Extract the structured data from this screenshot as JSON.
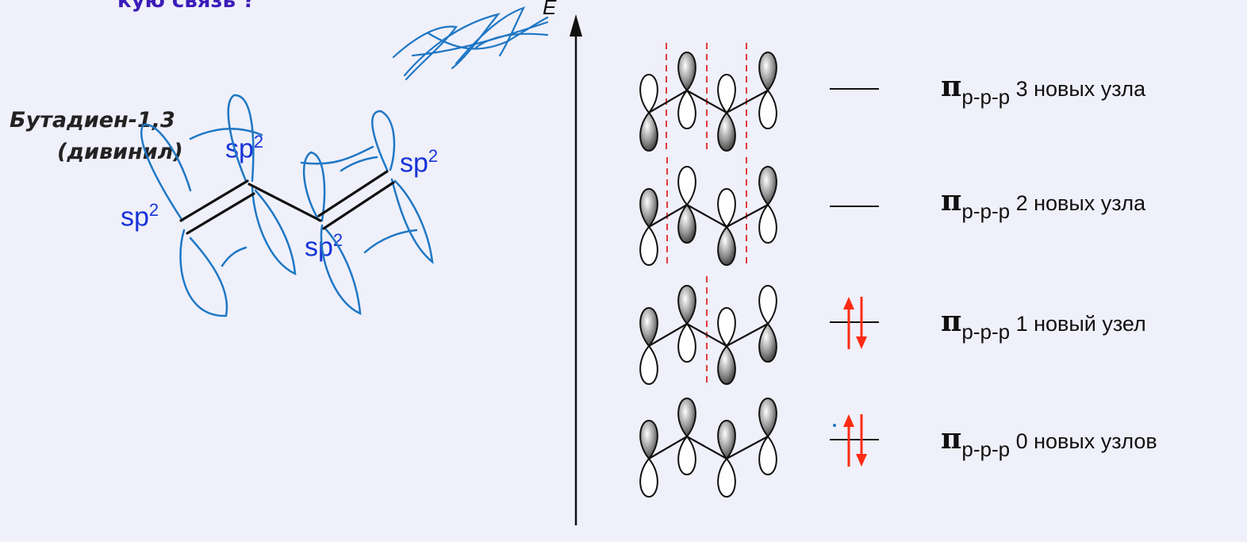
{
  "header": {
    "title_fragment": "кую связь ?"
  },
  "molecule": {
    "name": "Бутадиен-1,3",
    "alt_name": "(дивинил)",
    "hybridization": [
      "sp",
      "sp",
      "sp",
      "sp"
    ],
    "superscript": "2"
  },
  "energy_axis": {
    "label": "E"
  },
  "levels": [
    {
      "pi": "π",
      "sub": "p-p-p",
      "text": "3 новых узла"
    },
    {
      "pi": "π",
      "sub": "p-p-p",
      "text": "2 новых узла"
    },
    {
      "pi": "π",
      "sub": "p-p-p",
      "text": "1 новый узел"
    },
    {
      "pi": "π",
      "sub": "p-p-p",
      "text": "0 новых узлов"
    }
  ],
  "colors": {
    "background": "#eff0fa",
    "sketch_blue": "#1f77c4",
    "label_blue": "#1733d8",
    "node_line": "#e23b3b",
    "electron_arrow": "#ff2b14"
  }
}
